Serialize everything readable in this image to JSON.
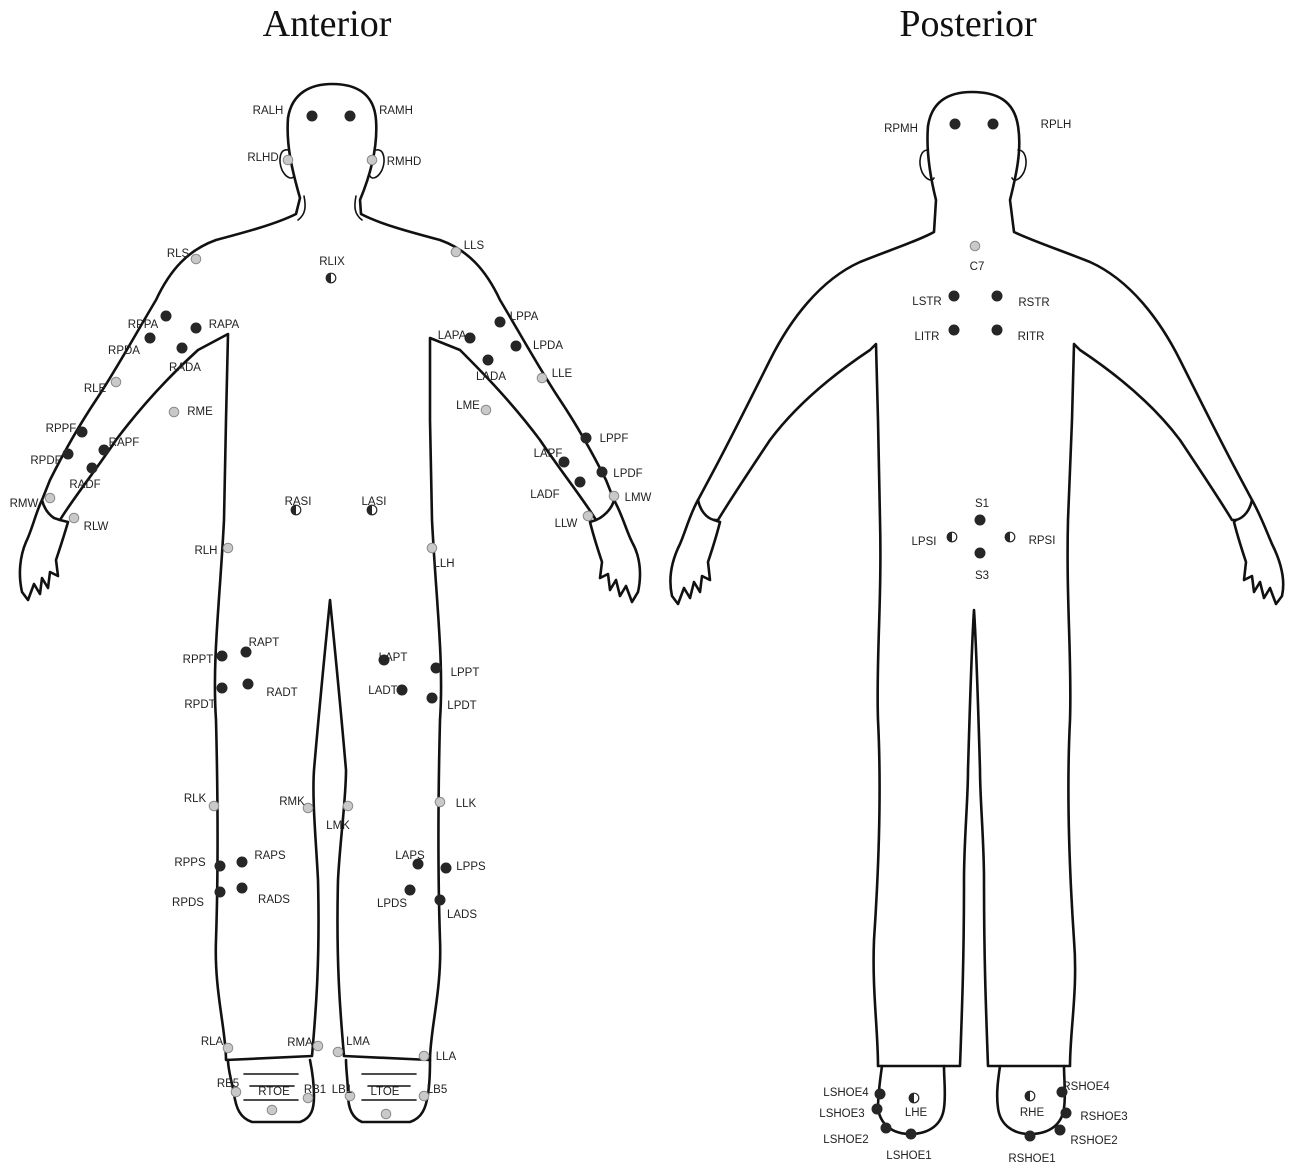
{
  "titles": {
    "anterior": "Anterior",
    "posterior": "Posterior"
  },
  "colors": {
    "dark_marker": "#262626",
    "light_marker": "#c9c9c9",
    "outline": "#111111"
  },
  "marker_types": {
    "d": "dark-filled",
    "l": "light-filled",
    "h": "half-filled"
  },
  "anterior_markers": [
    [
      "RALH",
      "d"
    ],
    [
      "RAMH",
      "d"
    ],
    [
      "RLHD",
      "l"
    ],
    [
      "RMHD",
      "l"
    ],
    [
      "RLS",
      "l"
    ],
    [
      "LLS",
      "l"
    ],
    [
      "RLIX",
      "h"
    ],
    [
      "RPPA",
      "d"
    ],
    [
      "RAPA",
      "d"
    ],
    [
      "RPDA",
      "d"
    ],
    [
      "RADA",
      "d"
    ],
    [
      "RLE",
      "l"
    ],
    [
      "RME",
      "l"
    ],
    [
      "RPPF",
      "d"
    ],
    [
      "RAPF",
      "d"
    ],
    [
      "RPDF",
      "d"
    ],
    [
      "RADF",
      "d"
    ],
    [
      "RMW",
      "l"
    ],
    [
      "RLW",
      "l"
    ],
    [
      "LPPA",
      "d"
    ],
    [
      "LAPA",
      "d"
    ],
    [
      "LPDA",
      "d"
    ],
    [
      "LADA",
      "d"
    ],
    [
      "LLE",
      "l"
    ],
    [
      "LME",
      "l"
    ],
    [
      "LPPF",
      "d"
    ],
    [
      "LAPF",
      "d"
    ],
    [
      "LPDF",
      "d"
    ],
    [
      "LADF",
      "d"
    ],
    [
      "LMW",
      "l"
    ],
    [
      "LLW",
      "l"
    ],
    [
      "RASI",
      "h"
    ],
    [
      "LASI",
      "h"
    ],
    [
      "RLH",
      "l"
    ],
    [
      "LLH",
      "l"
    ],
    [
      "RPPT",
      "d"
    ],
    [
      "RAPT",
      "d"
    ],
    [
      "RPDT",
      "d"
    ],
    [
      "RADT",
      "d"
    ],
    [
      "LAPT",
      "d"
    ],
    [
      "LPPT",
      "d"
    ],
    [
      "LADT",
      "d"
    ],
    [
      "LPDT",
      "d"
    ],
    [
      "RLK",
      "l"
    ],
    [
      "RMK",
      "l"
    ],
    [
      "LMK",
      "l"
    ],
    [
      "LLK",
      "l"
    ],
    [
      "RPPS",
      "d"
    ],
    [
      "RAPS",
      "d"
    ],
    [
      "RPDS",
      "d"
    ],
    [
      "RADS",
      "d"
    ],
    [
      "LAPS",
      "d"
    ],
    [
      "LPPS",
      "d"
    ],
    [
      "LPDS",
      "d"
    ],
    [
      "LADS",
      "d"
    ],
    [
      "RLA",
      "l"
    ],
    [
      "RMA",
      "l"
    ],
    [
      "LMA",
      "l"
    ],
    [
      "LLA",
      "l"
    ],
    [
      "RB5",
      "l"
    ],
    [
      "RTOE",
      "l"
    ],
    [
      "RB1",
      "l"
    ],
    [
      "LB1",
      "l"
    ],
    [
      "LTOE",
      "l"
    ],
    [
      "LB5",
      "l"
    ]
  ],
  "posterior_markers": [
    [
      "RPMH",
      "d"
    ],
    [
      "RPLH",
      "d"
    ],
    [
      "C7",
      "l"
    ],
    [
      "LSTR",
      "d"
    ],
    [
      "RSTR",
      "d"
    ],
    [
      "LITR",
      "d"
    ],
    [
      "RITR",
      "d"
    ],
    [
      "S1",
      "d"
    ],
    [
      "LPSI",
      "h"
    ],
    [
      "RPSI",
      "h"
    ],
    [
      "S3",
      "d"
    ],
    [
      "LSHOE4",
      "d"
    ],
    [
      "LSHOE3",
      "d"
    ],
    [
      "LSHOE2",
      "d"
    ],
    [
      "LSHOE1",
      "d"
    ],
    [
      "LHE",
      "h"
    ],
    [
      "RSHOE4",
      "d"
    ],
    [
      "RSHOE3",
      "d"
    ],
    [
      "RSHOE2",
      "d"
    ],
    [
      "RSHOE1",
      "d"
    ],
    [
      "RHE",
      "h"
    ]
  ]
}
